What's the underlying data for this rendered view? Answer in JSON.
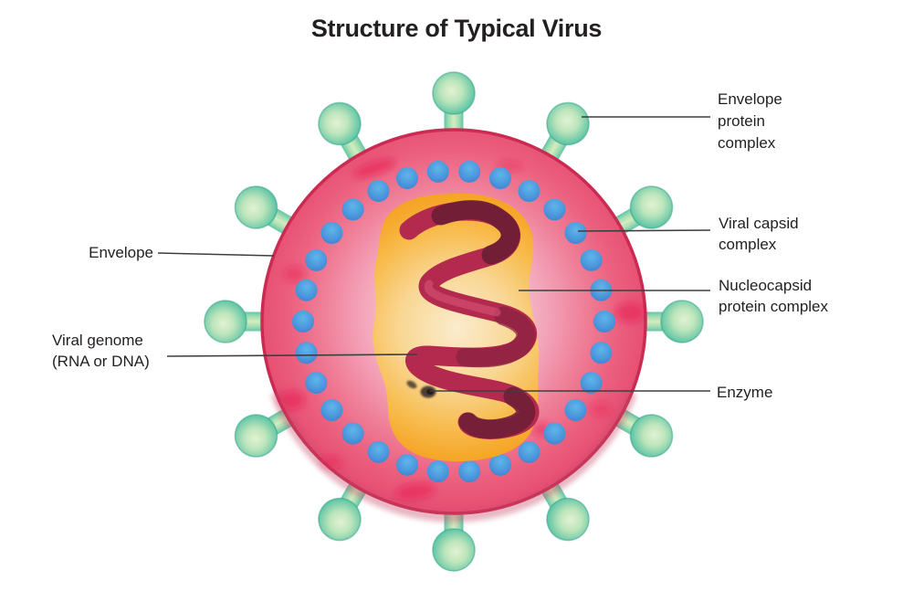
{
  "title": "Structure of Typical Virus",
  "labels": {
    "envelope_protein_complex": "Envelope\nprotein\ncomplex",
    "viral_capsid_complex": "Viral capsid\ncomplex",
    "nucleocapsid_protein_complex": "Nucleocapsid\nprotein complex",
    "enzyme": "Enzyme",
    "envelope": "Envelope",
    "viral_genome": "Viral genome\n(RNA or DNA)"
  },
  "colors": {
    "envelope_fill": "#ee5f7e",
    "envelope_rim": "#cb2b52",
    "envelope_blotch": "#e8174e",
    "spike_teal": "#4fc0a6",
    "spike_light_green": "#d3ecc1",
    "capsid_dot_blue": "#4b96dc",
    "nucleocapsid_yellow": "#f6a82b",
    "genome_crimson": "#b32a4e",
    "genome_dark_maroon": "#6f1e36",
    "enzyme_dark": "#3a2f2b",
    "text": "#231f20",
    "leader_line": "#3f3e3e"
  }
}
